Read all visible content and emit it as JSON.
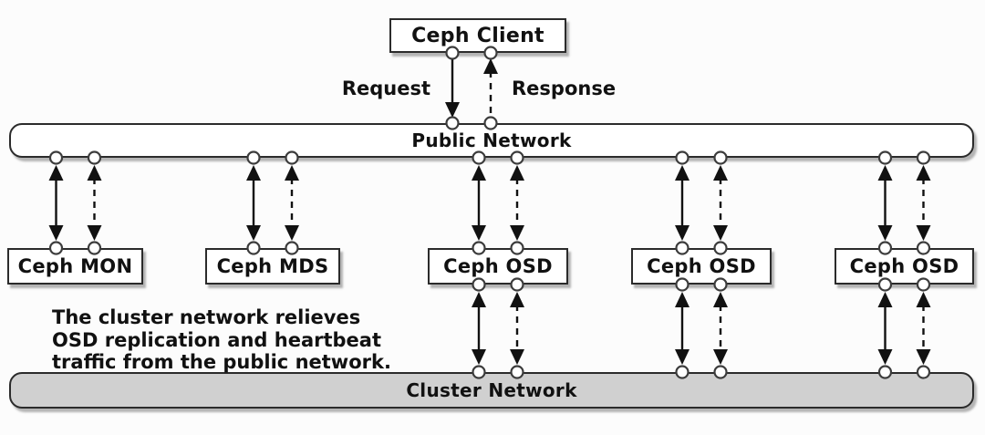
{
  "nodes": {
    "client": {
      "label": "Ceph Client"
    },
    "public_network": {
      "label": "Public Network"
    },
    "mon": {
      "label": "Ceph MON"
    },
    "mds": {
      "label": "Ceph MDS"
    },
    "osd1": {
      "label": "Ceph OSD"
    },
    "osd2": {
      "label": "Ceph OSD"
    },
    "osd3": {
      "label": "Ceph OSD"
    },
    "cluster_network": {
      "label": "Cluster Network"
    }
  },
  "labels": {
    "request": "Request",
    "response": "Response"
  },
  "caption": {
    "line1": "The cluster network relieves",
    "line2": "OSD replication and heartbeat",
    "line3": "traffic from the public network."
  },
  "colors": {
    "background": "#fcfcfc",
    "node_fill": "#ffffff",
    "cluster_fill": "#d0d0d0",
    "border": "#2b2b2b",
    "line": "#111111",
    "port_stroke": "#3c3c3c",
    "port_fill": "#ffffff"
  },
  "connections": [
    {
      "id": "request",
      "from": "client",
      "to": "public_network",
      "line": "solid",
      "arrow": "to",
      "label": "Request"
    },
    {
      "id": "response",
      "from": "public_network",
      "to": "client",
      "line": "dashed",
      "arrow": "to",
      "label": "Response"
    },
    {
      "id": "public-mon-solid",
      "from": "public_network",
      "to": "mon",
      "line": "solid",
      "arrow": "both"
    },
    {
      "id": "public-mon-dashed",
      "from": "public_network",
      "to": "mon",
      "line": "dashed",
      "arrow": "both"
    },
    {
      "id": "public-mds-solid",
      "from": "public_network",
      "to": "mds",
      "line": "solid",
      "arrow": "both"
    },
    {
      "id": "public-mds-dashed",
      "from": "public_network",
      "to": "mds",
      "line": "dashed",
      "arrow": "both"
    },
    {
      "id": "public-osd1-solid",
      "from": "public_network",
      "to": "osd1",
      "line": "solid",
      "arrow": "both"
    },
    {
      "id": "public-osd1-dashed",
      "from": "public_network",
      "to": "osd1",
      "line": "dashed",
      "arrow": "both"
    },
    {
      "id": "public-osd2-solid",
      "from": "public_network",
      "to": "osd2",
      "line": "solid",
      "arrow": "both"
    },
    {
      "id": "public-osd2-dashed",
      "from": "public_network",
      "to": "osd2",
      "line": "dashed",
      "arrow": "both"
    },
    {
      "id": "public-osd3-solid",
      "from": "public_network",
      "to": "osd3",
      "line": "solid",
      "arrow": "both"
    },
    {
      "id": "public-osd3-dashed",
      "from": "public_network",
      "to": "osd3",
      "line": "dashed",
      "arrow": "both"
    },
    {
      "id": "osd1-cluster-solid",
      "from": "osd1",
      "to": "cluster_network",
      "line": "solid",
      "arrow": "both"
    },
    {
      "id": "osd1-cluster-dashed",
      "from": "osd1",
      "to": "cluster_network",
      "line": "dashed",
      "arrow": "both"
    },
    {
      "id": "osd2-cluster-solid",
      "from": "osd2",
      "to": "cluster_network",
      "line": "solid",
      "arrow": "both"
    },
    {
      "id": "osd2-cluster-dashed",
      "from": "osd2",
      "to": "cluster_network",
      "line": "dashed",
      "arrow": "both"
    },
    {
      "id": "osd3-cluster-solid",
      "from": "osd3",
      "to": "cluster_network",
      "line": "solid",
      "arrow": "both"
    },
    {
      "id": "osd3-cluster-dashed",
      "from": "osd3",
      "to": "cluster_network",
      "line": "dashed",
      "arrow": "both"
    }
  ]
}
